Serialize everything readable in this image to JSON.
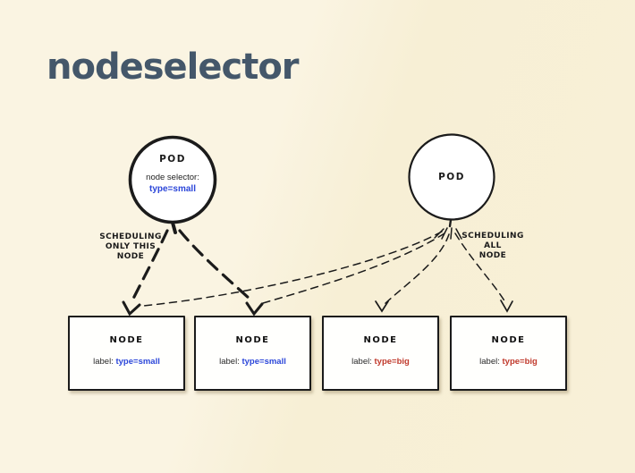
{
  "title": "nodeselector",
  "colors": {
    "background": "#f8f1da",
    "ink": "#1b1b1b",
    "title": "#44576a",
    "accent_blue": "#2b46d9",
    "accent_red": "#c0392b"
  },
  "pods": [
    {
      "name": "POD",
      "selector_label": "node selector:",
      "selector_value": "type=small"
    },
    {
      "name": "POD"
    }
  ],
  "edge_labels": {
    "left": [
      "SCHEDULING",
      "ONLY THIS",
      "NODE"
    ],
    "right": [
      "SCHEDULING",
      "ALL",
      "NODE"
    ]
  },
  "nodes": [
    {
      "title": "NODE",
      "label_prefix": "label:",
      "label_value": "type=small",
      "value_color": "#2b46d9"
    },
    {
      "title": "NODE",
      "label_prefix": "label:",
      "label_value": "type=small",
      "value_color": "#2b46d9"
    },
    {
      "title": "NODE",
      "label_prefix": "label:",
      "label_value": "type=big",
      "value_color": "#c0392b"
    },
    {
      "title": "NODE",
      "label_prefix": "label:",
      "label_value": "type=big",
      "value_color": "#c0392b"
    }
  ]
}
